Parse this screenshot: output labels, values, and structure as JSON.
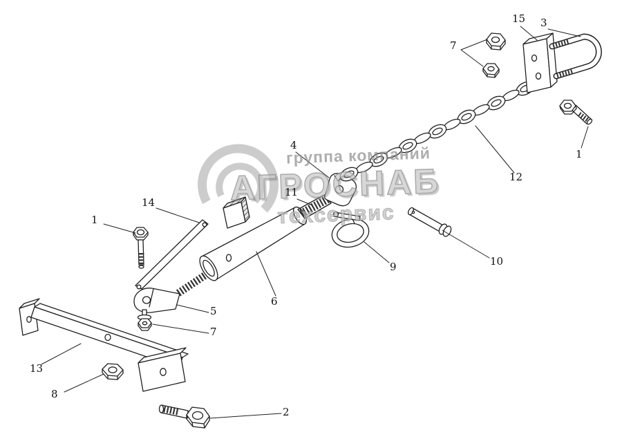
{
  "watermark": {
    "line1": "группа компаний",
    "line2": "АГРОСНАБ",
    "line3": "техсервис"
  },
  "colors": {
    "line": "#1f1f1f",
    "watermark_gray": "#9a9a9a"
  },
  "labels": [
    {
      "text": "15"
    },
    {
      "text": "3"
    },
    {
      "text": "7"
    },
    {
      "text": "1"
    },
    {
      "text": "12"
    },
    {
      "text": "4"
    },
    {
      "text": "11"
    },
    {
      "text": "14"
    },
    {
      "text": "1"
    },
    {
      "text": "9"
    },
    {
      "text": "10"
    },
    {
      "text": "6"
    },
    {
      "text": "5"
    },
    {
      "text": "7"
    },
    {
      "text": "13"
    },
    {
      "text": "8"
    },
    {
      "text": "2"
    }
  ]
}
